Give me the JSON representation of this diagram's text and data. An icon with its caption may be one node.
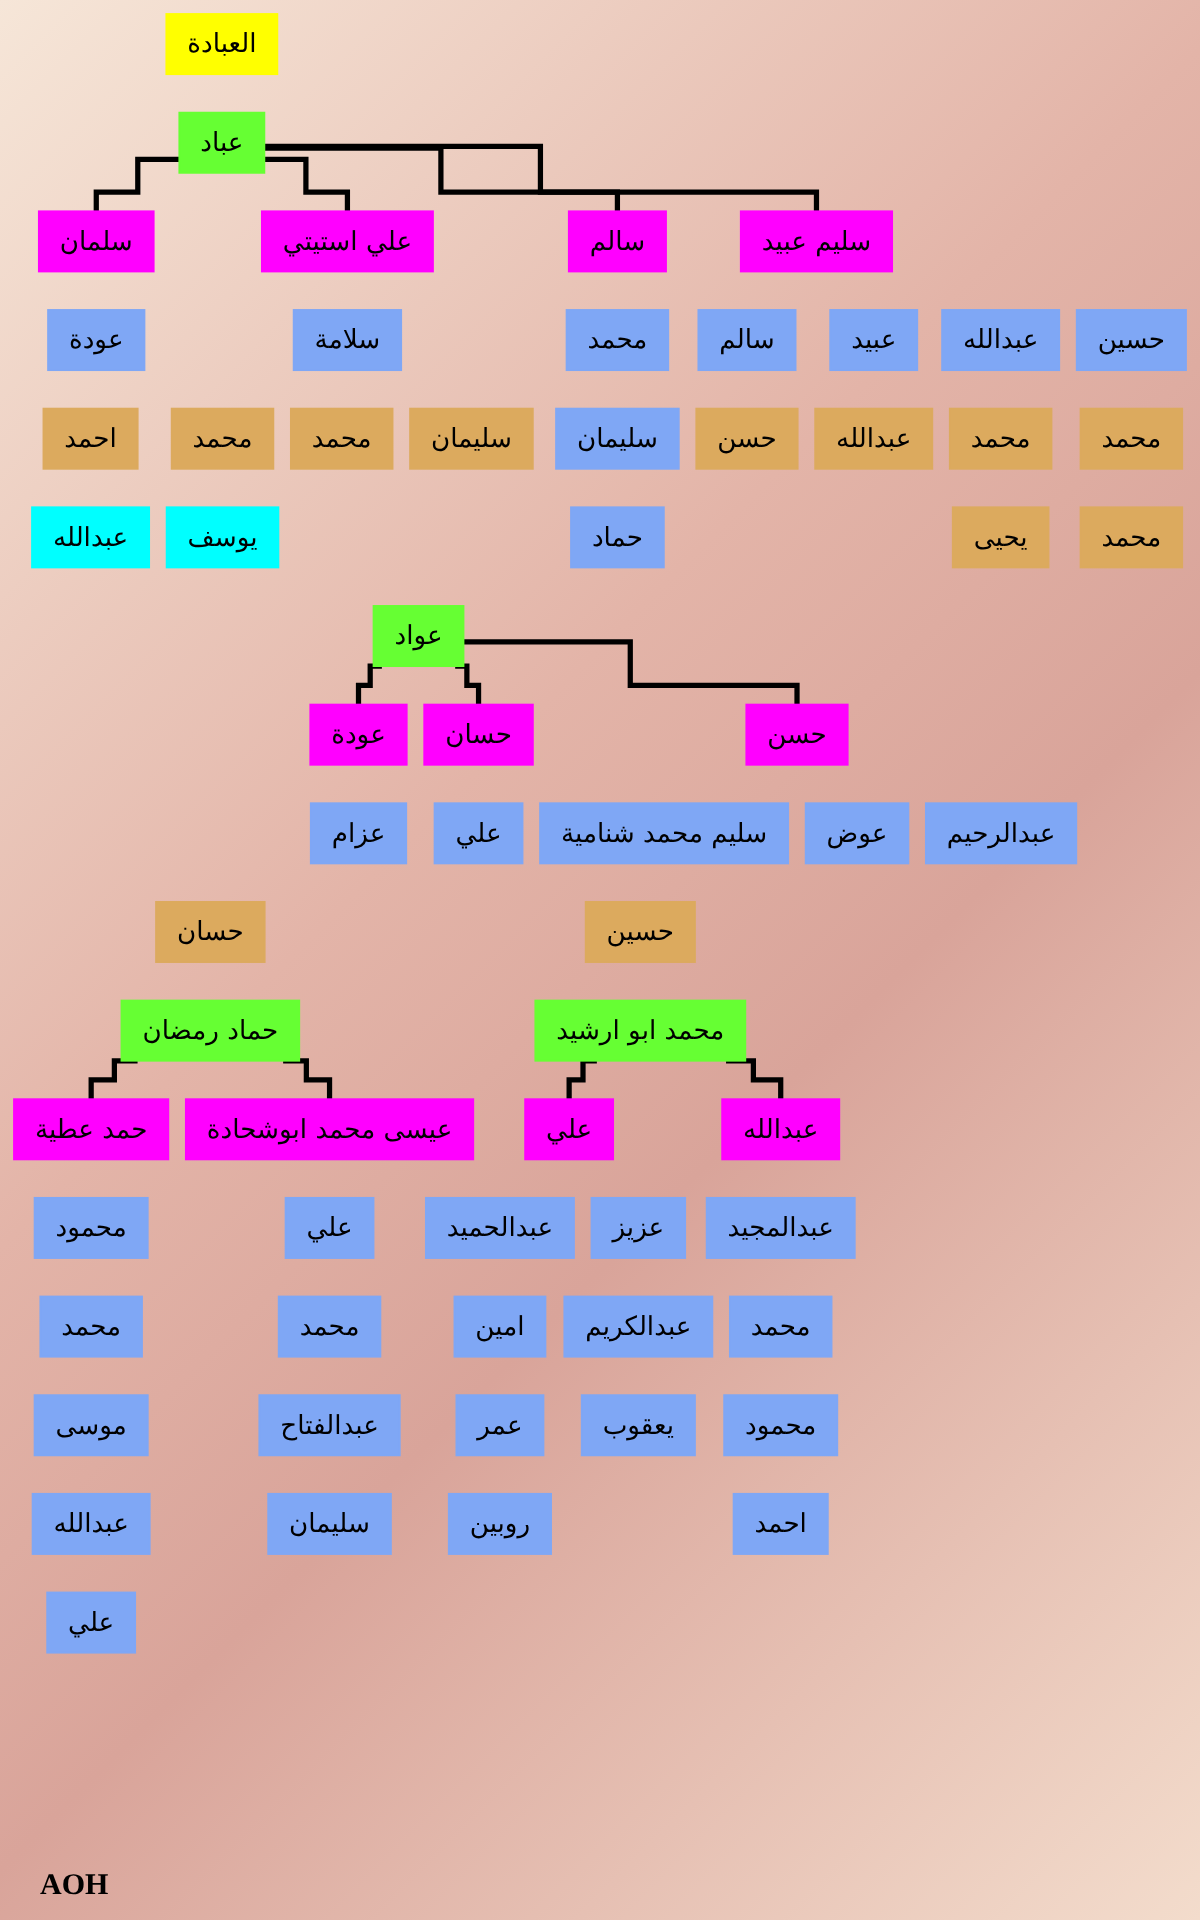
{
  "diagram": {
    "nodes": [
      {
        "text": [
          "العبادة"
        ]
      },
      {
        "text": [
          "عباد"
        ]
      },
      {
        "text": [
          "سلمان"
        ]
      },
      {
        "text": [
          "علي استيتي"
        ]
      },
      {
        "text": [
          "سالم"
        ]
      },
      {
        "text": [
          "سليم عبيد"
        ]
      },
      {
        "text": [
          "عودة"
        ]
      },
      {
        "text": [
          "احمد"
        ]
      },
      {
        "text": [
          "محمد"
        ]
      },
      {
        "text": [
          "عبدالله"
        ]
      },
      {
        "text": [
          "يوسف"
        ]
      },
      {
        "text": [
          "سلامة"
        ]
      },
      {
        "text": [
          "محمد"
        ]
      },
      {
        "text": [
          "سليمان"
        ]
      },
      {
        "text": [
          "محمد"
        ]
      },
      {
        "text": [
          "سليمان"
        ]
      },
      {
        "text": [
          "حماد"
        ]
      },
      {
        "text": [
          "سالم"
        ]
      },
      {
        "text": [
          "حسن"
        ]
      },
      {
        "text": [
          "عبيد"
        ]
      },
      {
        "text": [
          "عبدالله"
        ]
      },
      {
        "text": [
          "عبدالله"
        ]
      },
      {
        "text": [
          "محمد"
        ]
      },
      {
        "text": [
          "يحيى"
        ]
      },
      {
        "text": [
          "حسين"
        ]
      },
      {
        "text": [
          "محمد"
        ]
      },
      {
        "text": [
          "محمد"
        ]
      },
      {
        "text": [
          "عواد"
        ]
      },
      {
        "text": [
          "عودة"
        ]
      },
      {
        "text": [
          "عزام"
        ]
      },
      {
        "text": [
          "حسان"
        ]
      },
      {
        "text": [
          "علي"
        ]
      },
      {
        "text": [
          "حسان"
        ]
      },
      {
        "text": [
          "حسين"
        ]
      },
      {
        "text": [
          "حسن"
        ]
      },
      {
        "text": [
          "سليم محمد شنامية"
        ]
      },
      {
        "text": [
          "عوض"
        ]
      },
      {
        "text": [
          "عبدالرحيم"
        ]
      },
      {
        "text": [
          "حماد رمضان"
        ]
      },
      {
        "text": [
          "حمد عطية"
        ]
      },
      {
        "text": [
          "محمود"
        ]
      },
      {
        "text": [
          "محمد"
        ]
      },
      {
        "text": [
          "موسى"
        ]
      },
      {
        "text": [
          "عبدالله"
        ]
      },
      {
        "text": [
          "علي"
        ]
      },
      {
        "text": [
          "عيسى محمد ابوشحادة"
        ]
      },
      {
        "text": [
          "علي"
        ]
      },
      {
        "text": [
          "محمد"
        ]
      },
      {
        "text": [
          "عبدالفتاح"
        ]
      },
      {
        "text": [
          "سليمان"
        ]
      },
      {
        "text": [
          "محمد ابو ارشيد"
        ]
      },
      {
        "text": [
          "علي"
        ]
      },
      {
        "text": [
          "عبدالحميد"
        ]
      },
      {
        "text": [
          "امين"
        ]
      },
      {
        "text": [
          "عمر"
        ]
      },
      {
        "text": [
          "روبين"
        ]
      },
      {
        "text": [
          "عزيز"
        ]
      },
      {
        "text": [
          "عبدالكريم"
        ]
      },
      {
        "text": [
          "يعقوب"
        ]
      },
      {
        "text": [
          "عبدالله"
        ]
      },
      {
        "text": [
          "عبدالمجيد"
        ]
      },
      {
        "text": [
          "محمد"
        ]
      },
      {
        "text": [
          "محمود"
        ]
      },
      {
        "text": [
          "احمد"
        ]
      }
    ],
    "edges": [
      {
        "from": 1,
        "to": 2,
        "arrow": "none"
      },
      {
        "from": 1,
        "to": 3,
        "arrow": "none"
      },
      {
        "from": 1,
        "to": 4,
        "arrow": "none"
      },
      {
        "from": 1,
        "to": 5,
        "arrow": "none"
      },
      {
        "from": 27,
        "to": 28,
        "arrow": "none"
      },
      {
        "from": 27,
        "to": 30,
        "arrow": "none"
      },
      {
        "from": 27,
        "to": 34,
        "arrow": "none"
      },
      {
        "from": 38,
        "to": 39,
        "arrow": "none"
      },
      {
        "from": 38,
        "to": 45,
        "arrow": "none"
      },
      {
        "from": 50,
        "to": 51,
        "arrow": "none"
      },
      {
        "from": 50,
        "to": 59,
        "arrow": "none"
      }
    ],
    "labels": [
      "AOH"
    ]
  }
}
